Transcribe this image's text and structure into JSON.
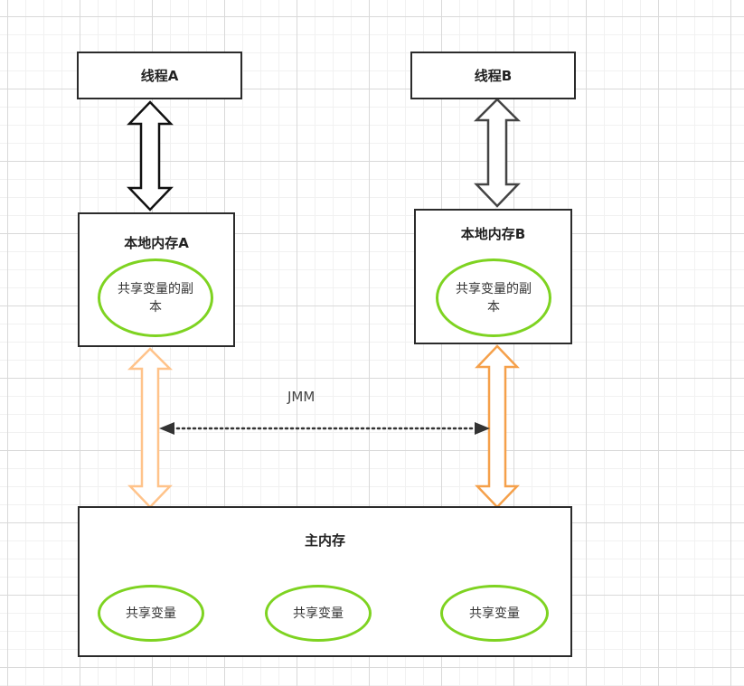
{
  "threads": [
    {
      "label": "线程A"
    },
    {
      "label": "线程B"
    }
  ],
  "local_memories": [
    {
      "title": "本地内存A",
      "copy_label": "共享变量的副本"
    },
    {
      "title": "本地内存B",
      "copy_label": "共享变量的副本"
    }
  ],
  "jmm_label": "JMM",
  "main_memory": {
    "title": "主内存",
    "variables": [
      "共享变量",
      "共享变量",
      "共享变量"
    ]
  },
  "colors": {
    "box_border": "#2b2b2b",
    "ellipse_border": "#7ed321",
    "memory_arrow": "#ffb266",
    "memory_arrow_right": "#f5a04a",
    "jmm_line": "#333333"
  }
}
